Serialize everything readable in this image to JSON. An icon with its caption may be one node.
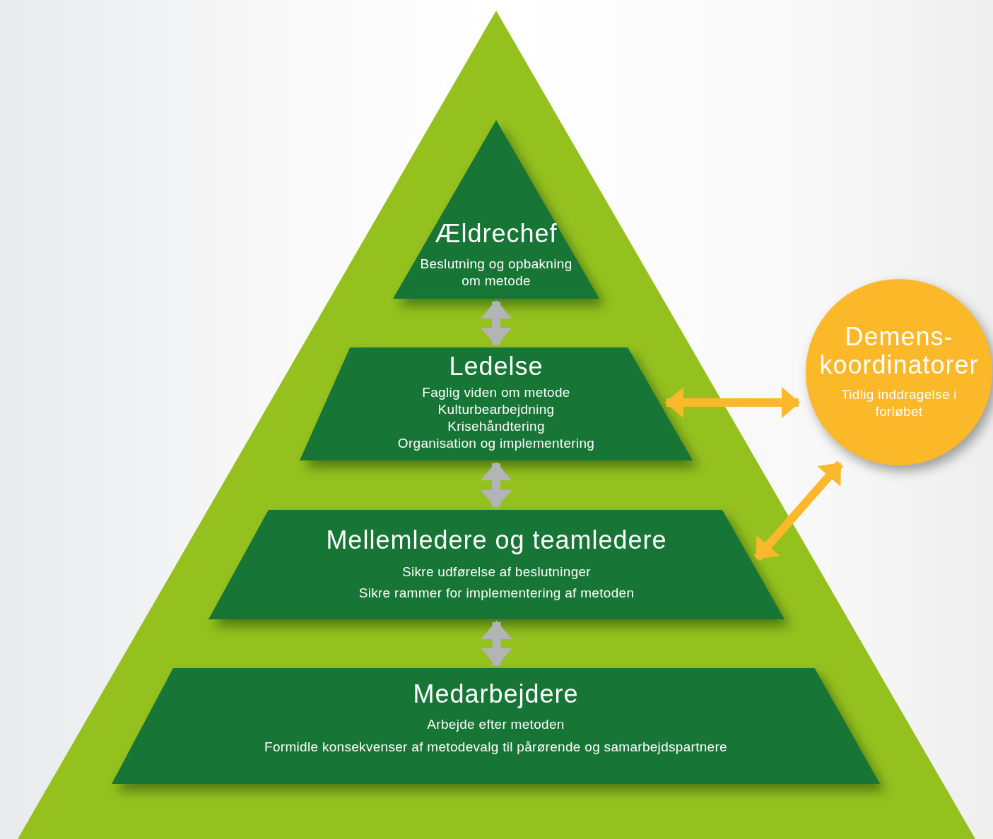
{
  "diagram": {
    "nodes": [
      {
        "text": [
          "Ældrechef",
          "Beslutning og opbakning om metode"
        ]
      },
      {
        "text": [
          "Ledelse",
          "Faglig viden om metode",
          "Kulturbearbejdning",
          "Krisehåndtering",
          "Organisation og implementering"
        ]
      },
      {
        "text": [
          "Mellemledere og teamledere",
          "Sikre udførelse af beslutninger",
          "Sikre rammer for implementering af metoden"
        ]
      },
      {
        "text": [
          "Medarbejdere",
          "Arbejde efter metoden",
          "Formidle konsekvenser af metodevalg til pårørende og samarbejdspartnere"
        ]
      },
      {
        "text": [
          "Demens- koordinatorer",
          "Tidlig inddragelse i forløbet"
        ]
      }
    ],
    "edges": [
      {
        "from": 0,
        "to": 1,
        "arrow": "both"
      },
      {
        "from": 1,
        "to": 2,
        "arrow": "both"
      },
      {
        "from": 2,
        "to": 3,
        "arrow": "both"
      },
      {
        "from": 1,
        "to": 4,
        "arrow": "both",
        "color": "#f9b92b"
      },
      {
        "from": 2,
        "to": 4,
        "arrow": "both",
        "color": "#f9b92b"
      }
    ]
  }
}
